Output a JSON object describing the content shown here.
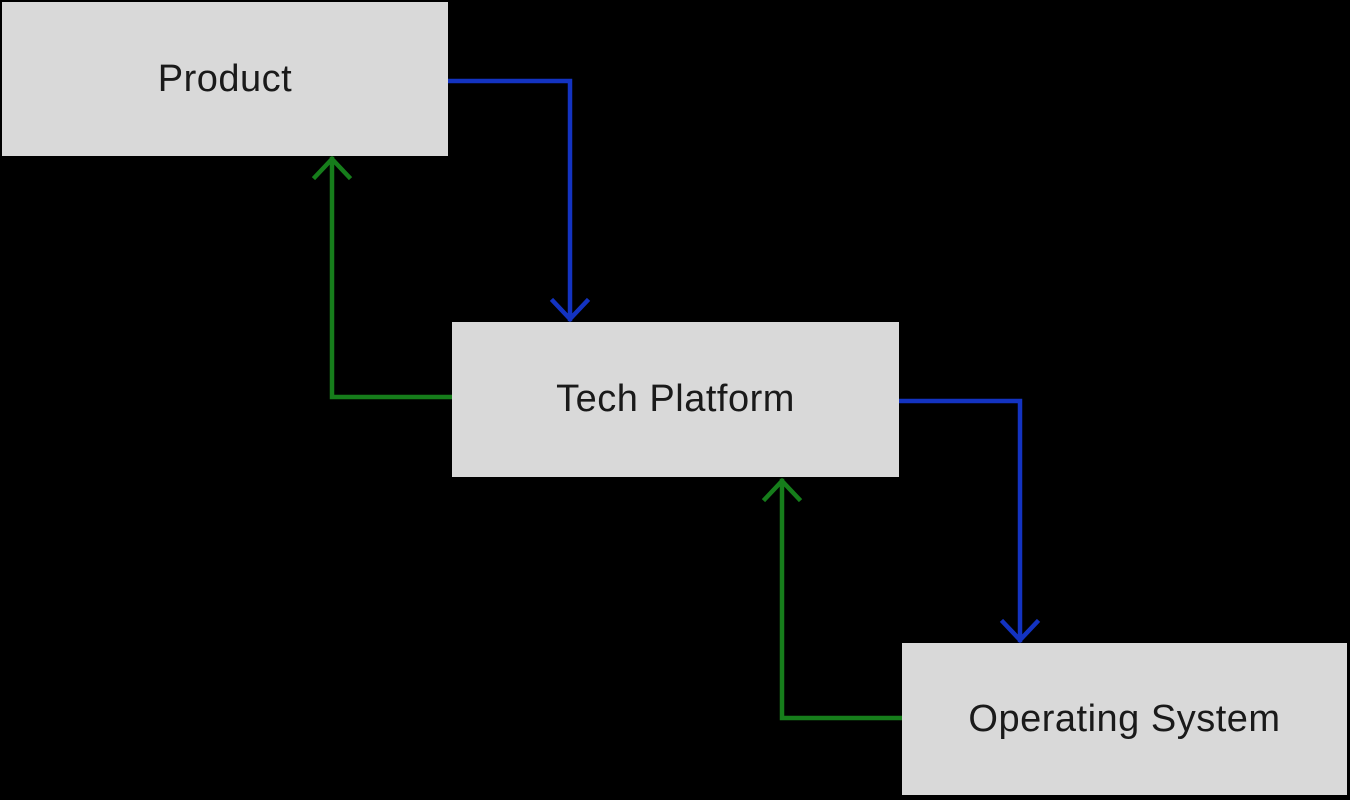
{
  "diagram": {
    "background_color": "#000000",
    "node_fill_color": "#d9d9d9",
    "node_text_color": "#1a1a1a",
    "nodes": [
      {
        "label": "Product"
      },
      {
        "label": "Tech Platform"
      },
      {
        "label": "Operating System"
      }
    ],
    "edges": [
      {
        "from": "Product",
        "to": "Tech Platform",
        "color": "#1333c1",
        "direction": "down"
      },
      {
        "from": "Tech Platform",
        "to": "Product",
        "color": "#167d1b",
        "direction": "up"
      },
      {
        "from": "Tech Platform",
        "to": "Operating System",
        "color": "#1333c1",
        "direction": "down"
      },
      {
        "from": "Operating System",
        "to": "Tech Platform",
        "color": "#167d1b",
        "direction": "up"
      }
    ]
  }
}
